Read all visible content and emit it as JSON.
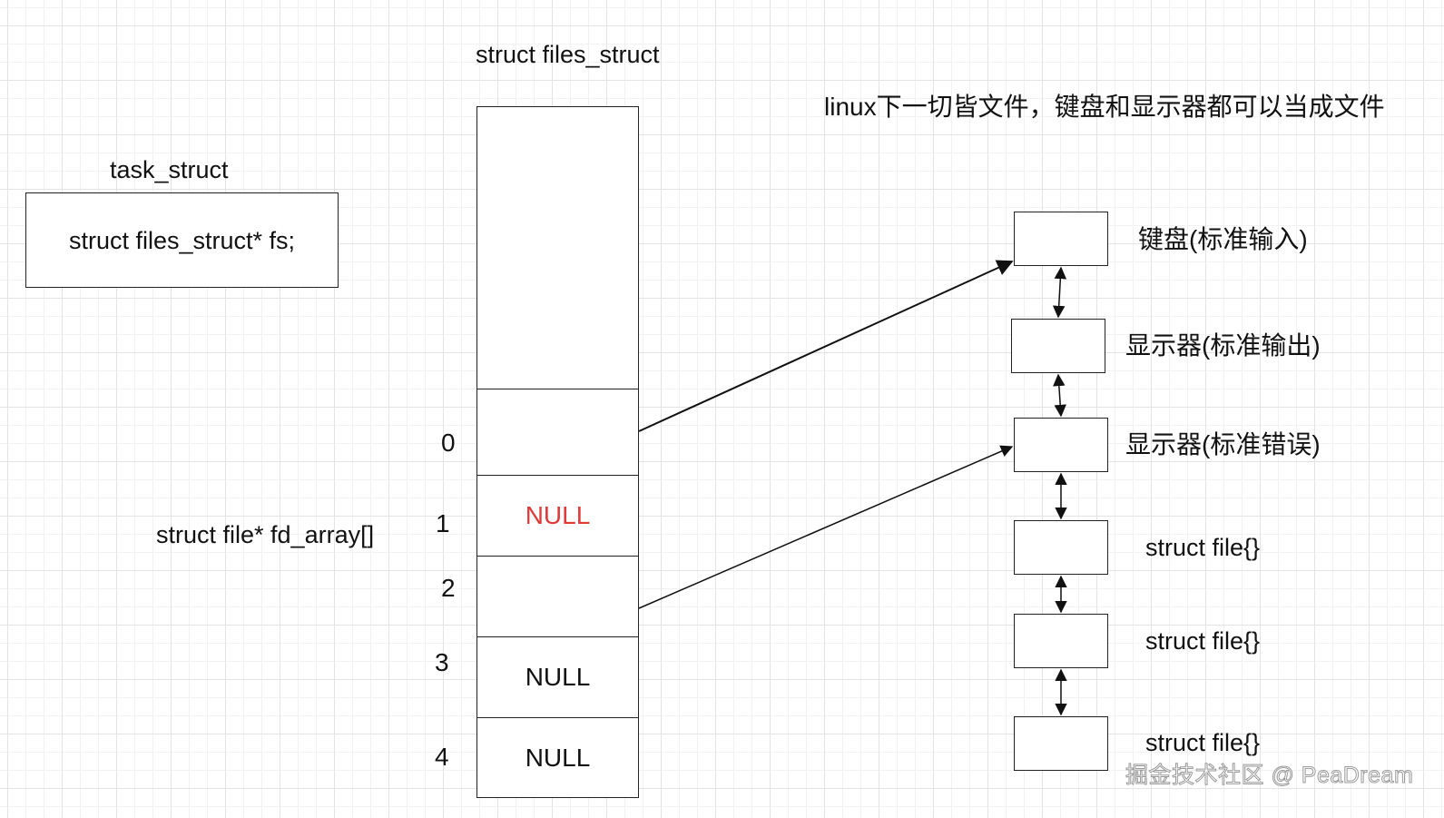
{
  "files_struct_title": "struct files_struct",
  "note": "linux下一切皆文件，键盘和显示器都可以当成文件",
  "task_struct": {
    "title": "task_struct",
    "field": "struct files_struct* fs;"
  },
  "fd_array_label": "struct file* fd_array[]",
  "fd_array": [
    {
      "index": "0",
      "value": ""
    },
    {
      "index": "1",
      "value": "NULL"
    },
    {
      "index": "2",
      "value": ""
    },
    {
      "index": "3",
      "value": "NULL"
    },
    {
      "index": "4",
      "value": "NULL"
    }
  ],
  "file_list": [
    {
      "label": "键盘(标准输入)"
    },
    {
      "label": "显示器(标准输出)"
    },
    {
      "label": "显示器(标准错误)"
    },
    {
      "label": "struct file{}"
    },
    {
      "label": "struct file{}"
    },
    {
      "label": "struct file{}"
    }
  ],
  "watermark": "掘金技术社区 @ PeaDream",
  "colors": {
    "null_highlight": "#e03a3a",
    "stroke": "#222222",
    "grid": "#e3e3e3"
  }
}
